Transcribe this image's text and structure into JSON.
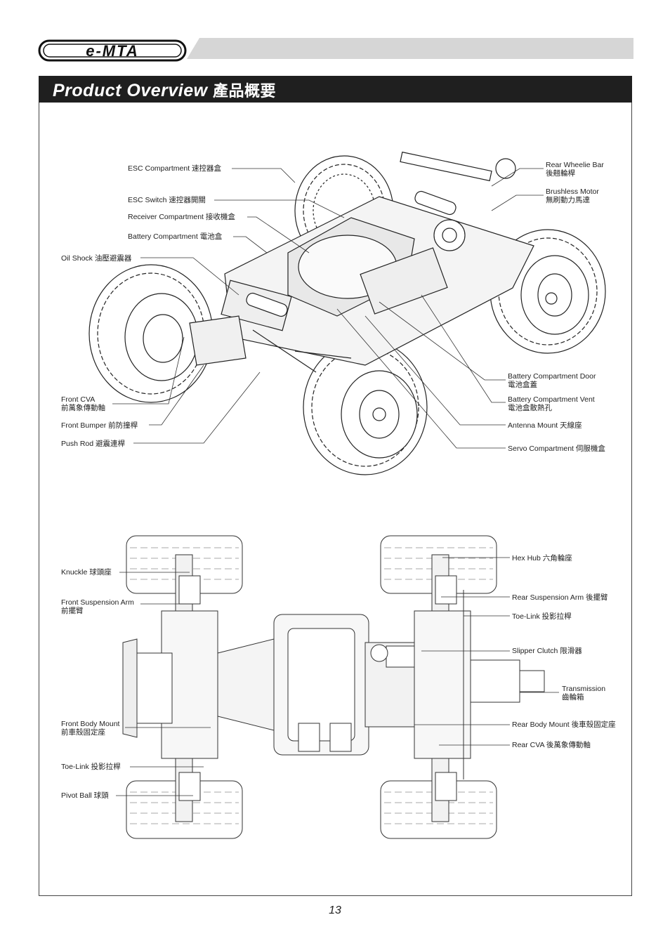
{
  "brand": {
    "logo_text": "e-MTA"
  },
  "title": {
    "en": "Product Overview",
    "zh": "產品概要"
  },
  "top_labels": {
    "esc_compartment": "ESC Compartment 速控器盒",
    "esc_switch": "ESC Switch 速控器開關",
    "receiver_compartment": "Receiver Compartment 接收機盒",
    "battery_compartment": "Battery Compartment 電池盒",
    "oil_shock": "Oil Shock 油壓避震器",
    "rear_wheelie_bar": {
      "line1": "Rear Wheelie Bar",
      "line2": "後翹輪桿"
    },
    "brushless_motor": {
      "line1": "Brushless Motor",
      "line2": "無刷動力馬達"
    },
    "front_cva": {
      "line1": "Front CVA",
      "line2": "前萬象傳動軸"
    },
    "front_bumper": "Front Bumper 前防撞桿",
    "push_rod": "Push Rod 避震連桿",
    "battery_compartment_door": {
      "line1": "Battery Compartment Door",
      "line2": "電池盒蓋"
    },
    "battery_compartment_vent": {
      "line1": "Battery Compartment Vent",
      "line2": "電池盒散熱孔"
    },
    "antenna_mount": "Antenna Mount 天線座",
    "servo_compartment": "Servo Compartment 伺服機盒"
  },
  "bottom_labels": {
    "knuckle": "Knuckle 球頭座",
    "front_suspension_arm": {
      "line1": "Front Suspension Arm",
      "line2": "前擺臂"
    },
    "front_body_mount": {
      "line1": "Front Body Mount",
      "line2": "前車殼固定座"
    },
    "toe_link_left": "Toe-Link 投影拉桿",
    "pivot_ball": "Pivot Ball 球頭",
    "hex_hub": "Hex Hub 六角輪座",
    "rear_suspension_arm": "Rear Suspension Arm 後擺臂",
    "toe_link_right": "Toe-Link 投影拉桿",
    "slipper_clutch": "Slipper Clutch 限滑器",
    "transmission": {
      "line1": "Transmission",
      "line2": "齒輪箱"
    },
    "rear_body_mount": "Rear Body Mount 後車殼固定座",
    "rear_cva": "Rear CVA 後萬象傳動軸"
  },
  "page_number": "13"
}
